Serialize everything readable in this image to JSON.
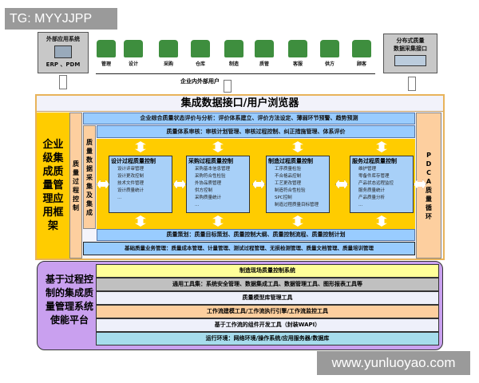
{
  "watermarks": {
    "top_left": "TG: MYYJJPP",
    "bottom_right": "www.yunluoyao.com"
  },
  "external_system": {
    "title": "外部应用系统",
    "subtitle": "ERP 、PDM"
  },
  "distributed_box": {
    "line1": "分布式质量",
    "line2": "数据采集接口"
  },
  "users": {
    "items": [
      "管理",
      "设计",
      "采购",
      "仓库",
      "制造",
      "质管",
      "客服",
      "供方",
      "顾客"
    ],
    "caption": "企业内外部用户"
  },
  "top_frame": {
    "title": "集成数据接口/用户浏览器",
    "left_label": "企业级集成质量管理应用框架",
    "process_control": "质量过程控制",
    "data_collection": "质量数据采集及集成",
    "pdca": "PDCA质量循环",
    "band_eval": "企业综合质量状态评价与分析：评价体系建立、评价方法设定、薄弱环节预警、趋势预测",
    "band_audit": "质量体系审核：审核计划管理、审核过程控制、纠正措施管理、体系评价",
    "process_boxes": [
      {
        "title": "设计过程质量控制",
        "items": [
          "设计评审管理",
          "设计更改控制",
          "技术文件管理",
          "设计质量统计",
          "…"
        ]
      },
      {
        "title": "采购过程质量控制",
        "items": [
          "采购基本信息管理",
          "采购符合性检验",
          "外协品质管理",
          "供方控制",
          "采购质量统计",
          "…"
        ]
      },
      {
        "title": "制造过程质量控制",
        "items": [
          "工序质量检验",
          "不合格品控制",
          "工艺更改管理",
          "制造符合性检验",
          "SPC控制",
          "制造过程质量目标管理"
        ]
      },
      {
        "title": "服务过程质量控制",
        "items": [
          "维护管理",
          "零备件库存管理",
          "产品状态远程监控",
          "服务质量统计",
          "产品质量分析",
          "…"
        ]
      }
    ],
    "band_plan": "质量策划：质量目标策划、质量控制大纲、质量控制流程、质量控制计划",
    "band_business": "基础质量业务管理：质量成本管理、计量管理、测试过程管理、无损检测管理、质量文档管理、质量培训管理"
  },
  "bottom_frame": {
    "label": "基于过程控制的集成质量管理系统使能平台",
    "layers": [
      {
        "text": "制造现场质量控制系统",
        "color": "#ffff99"
      },
      {
        "text": "通用工具集：系统安全管理、数据集成工具、数据管理工具、图形报表工具等",
        "color": "#c0c0c0"
      },
      {
        "text": "质量模型库管理工具",
        "color": "#eef0fa"
      },
      {
        "text": "工作流建模工具/工作流执行引擎/工作流监控工具",
        "color": "#fdcf9f"
      },
      {
        "text": "基于工作流的组件开发工具（封装WAPI）",
        "color": "#eef0fa"
      },
      {
        "text": "运行环境：网络环境/操作系统/应用服务器/数据库",
        "color": "#a6dcec"
      }
    ]
  }
}
